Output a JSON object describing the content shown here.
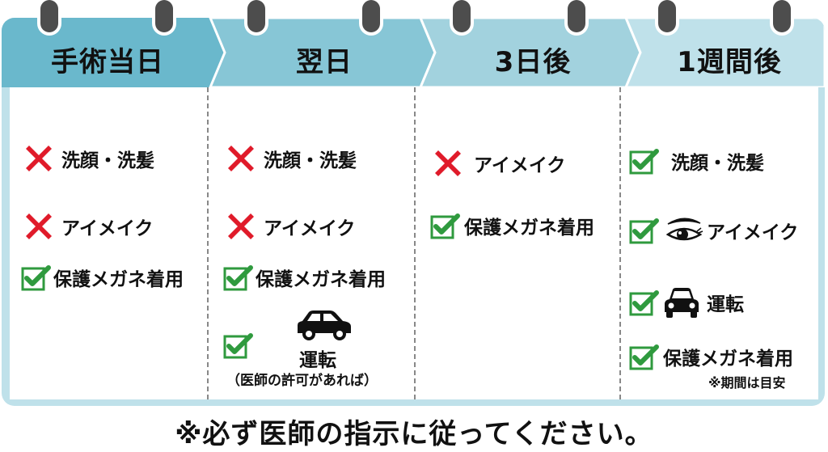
{
  "colors": {
    "header_1": "#6ab8cc",
    "header_2": "#87c6d6",
    "header_3": "#a2d2de",
    "header_4": "#bfe1ea",
    "cross_red": "#e01b2a",
    "check_green": "#2f9a3e",
    "ring": "#4d4d4d"
  },
  "columns": [
    {
      "title": "手術当日",
      "items": [
        {
          "status": "ng",
          "icon": "cross-icon",
          "label": "洗顔・洗髪"
        },
        {
          "status": "ng",
          "icon": "cross-icon",
          "label": "アイメイク"
        },
        {
          "status": "ok",
          "icon": "check-icon",
          "label": "保護メガネ着用"
        }
      ]
    },
    {
      "title": "翌日",
      "items": [
        {
          "status": "ng",
          "icon": "cross-icon",
          "label": "洗顔・洗髪"
        },
        {
          "status": "ng",
          "icon": "cross-icon",
          "label": "アイメイク"
        },
        {
          "status": "ok",
          "icon": "check-icon",
          "label": "保護メガネ着用"
        },
        {
          "status": "ok",
          "icon": "check-icon",
          "extra_icon": "car-icon",
          "label": "運転",
          "note": "（医師の許可があれば）"
        }
      ]
    },
    {
      "title": "3日後",
      "items": [
        {
          "status": "ng",
          "icon": "cross-icon",
          "label": "アイメイク"
        },
        {
          "status": "ok",
          "icon": "check-icon",
          "label": "保護メガネ着用"
        }
      ]
    },
    {
      "title": "1週間後",
      "items": [
        {
          "status": "ok",
          "icon": "check-icon",
          "label": "洗顔・洗髪"
        },
        {
          "status": "ok",
          "icon": "check-icon",
          "extra_icon": "eye-icon",
          "label": "アイメイク"
        },
        {
          "status": "ok",
          "icon": "check-icon",
          "extra_icon": "car-front-icon",
          "label": "運転"
        },
        {
          "status": "ok",
          "icon": "check-icon",
          "label": "保護メガネ着用",
          "note": "※期間は目安"
        }
      ]
    }
  ],
  "footer": {
    "text": "※必ず医師の指示に従ってください。"
  }
}
